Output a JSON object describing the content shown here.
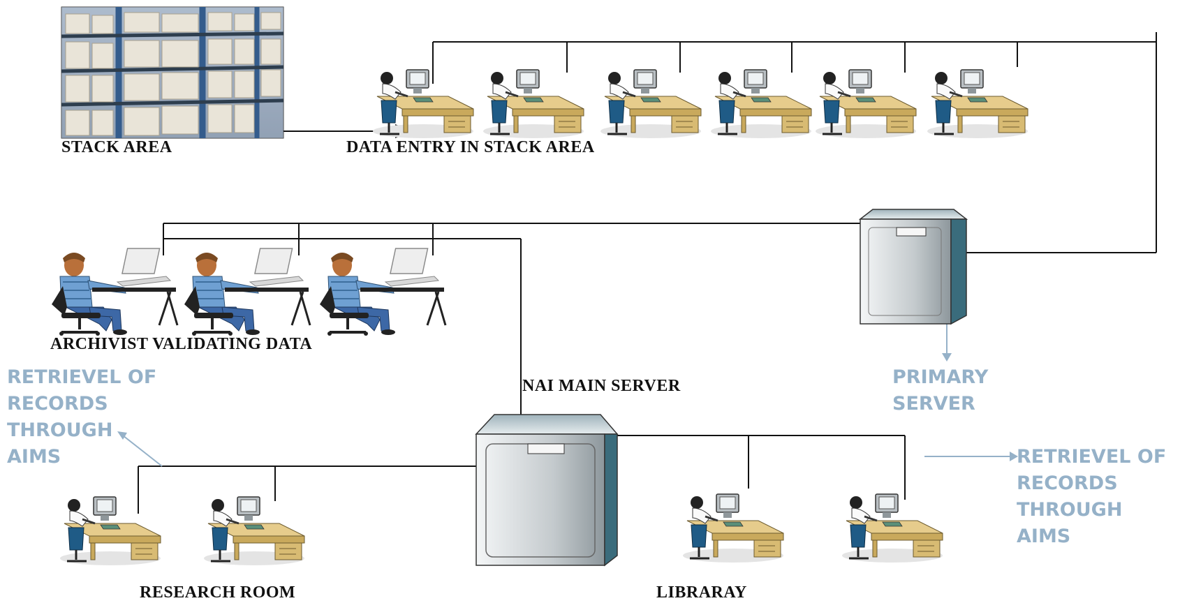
{
  "labels": {
    "stack_area": "STACK AREA",
    "data_entry": "DATA ENTRY IN STACK AREA",
    "archivist": "ARCHIVIST VALIDATING DATA",
    "nai_main_server": "NAI MAIN SERVER",
    "research_room": "RESEARCH ROOM",
    "library": "LIBRARAY"
  },
  "notes": {
    "retrieval_left": "RETRIEVEL OF\nRECORDS\nTHROUGH\nAIMS",
    "primary_server": "PRIMARY\nSERVER",
    "retrieval_right": "RETRIEVEL OF\nRECORDS\nTHROUGH\nAIMS"
  },
  "colors": {
    "note_text": "#95b1c8",
    "line": "#111111",
    "desk": "#d2b56e",
    "chair": "#2c5f8a",
    "server_body": "#c8ced2",
    "server_side": "#3a6c7c"
  },
  "icons": {
    "stack_photo": "archive-shelves-photo",
    "workstation": "workstation-icon",
    "archivist": "archivist-icon",
    "server": "server-icon"
  }
}
